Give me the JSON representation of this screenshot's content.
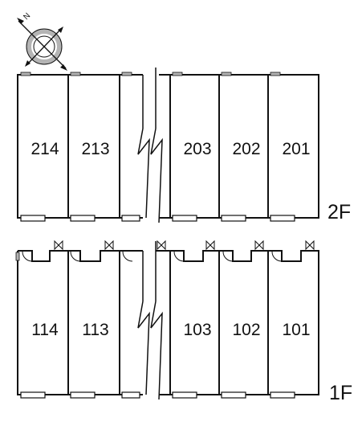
{
  "compass": {
    "icon": "compass-rose-icon",
    "north_letter": "N"
  },
  "floors": [
    {
      "id": "2F",
      "label": "2F",
      "rooms": [
        "214",
        "213",
        "203",
        "202",
        "201"
      ]
    },
    {
      "id": "1F",
      "label": "1F",
      "rooms": [
        "114",
        "113",
        "103",
        "102",
        "101"
      ]
    }
  ],
  "colors": {
    "wall": "#111111",
    "accent": "#b4b4b4",
    "background": "#ffffff"
  }
}
